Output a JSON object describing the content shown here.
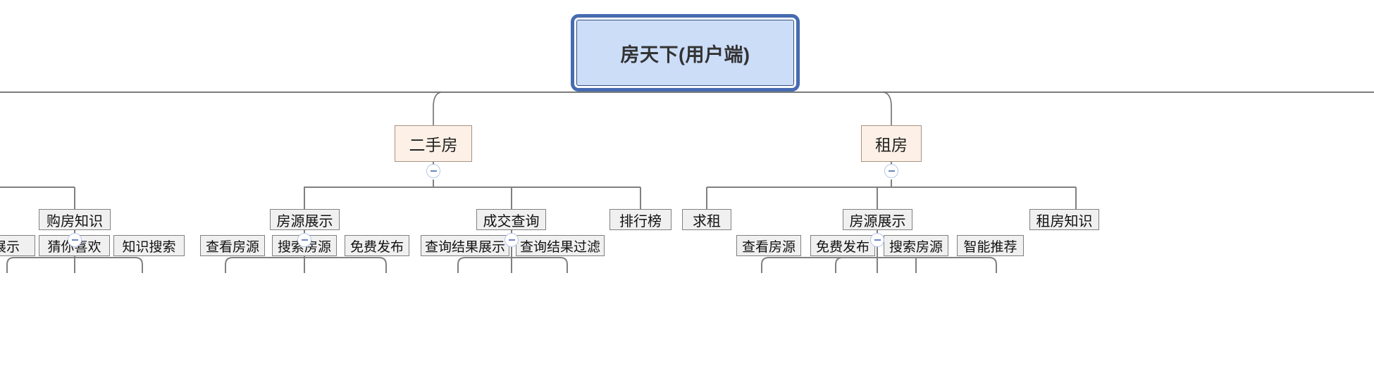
{
  "diagram": {
    "type": "mindmap-tree",
    "title": "房天下(用户端)",
    "colors": {
      "root_fill": "#ccddf8",
      "root_border": "#2f4f80",
      "root_selection": "#466bb0",
      "level2_fill": "#fdf0e6",
      "level2_border": "#a89483",
      "leaf_fill": "#f0f0f0",
      "leaf_border": "#808080",
      "edge": "#808080",
      "collapse_ring": "#b6c7e8",
      "collapse_minus": "#6b86c4",
      "background": "#ffffff"
    },
    "root": {
      "label": "房天下(用户端)",
      "selected": true
    },
    "branches": [
      {
        "label": "二手房",
        "collapse_icon": "minus-circle-icon",
        "children": [
          {
            "label": "购房知识",
            "collapse_icon": "minus-circle-icon",
            "children": [
              {
                "label": "展示",
                "clipped": true
              },
              {
                "label": "猜你喜欢"
              },
              {
                "label": "知识搜索"
              }
            ]
          },
          {
            "label": "房源展示",
            "collapse_icon": "minus-circle-icon",
            "children": [
              {
                "label": "查看房源"
              },
              {
                "label": "搜索房源"
              },
              {
                "label": "免费发布"
              }
            ]
          },
          {
            "label": "成交查询",
            "collapse_icon": "minus-circle-icon",
            "children": [
              {
                "label": "查询结果展示"
              },
              {
                "label": "查询结果过滤"
              }
            ]
          },
          {
            "label": "排行榜",
            "children": []
          }
        ]
      },
      {
        "label": "租房",
        "collapse_icon": "minus-circle-icon",
        "children": [
          {
            "label": "求租",
            "children": []
          },
          {
            "label": "房源展示",
            "collapse_icon": "minus-circle-icon",
            "children": [
              {
                "label": "查看房源"
              },
              {
                "label": "免费发布"
              },
              {
                "label": "搜索房源"
              },
              {
                "label": "智能推荐"
              }
            ]
          },
          {
            "label": "租房知识",
            "children": []
          }
        ]
      }
    ]
  },
  "nodes": {
    "root": {
      "label": "房天下(用户端)"
    },
    "ershoufang": {
      "label": "二手房"
    },
    "zufang": {
      "label": "租房"
    },
    "gofangzhishi": {
      "label": "购房知识"
    },
    "fangyuan_l": {
      "label": "房源展示"
    },
    "chengjiaochaxun": {
      "label": "成交查询"
    },
    "paihangbang": {
      "label": "排行榜"
    },
    "qiuzu": {
      "label": "求租"
    },
    "fangyuan_r": {
      "label": "房源展示"
    },
    "zufangzhishi": {
      "label": "租房知识"
    },
    "zhanshi": {
      "label": "展示"
    },
    "caini": {
      "label": "猜你喜欢"
    },
    "zhishisousuo": {
      "label": "知识搜索"
    },
    "chakan1": {
      "label": "查看房源"
    },
    "sousuo1": {
      "label": "搜索房源"
    },
    "mianfei1": {
      "label": "免费发布"
    },
    "cxjgzs": {
      "label": "查询结果展示"
    },
    "cxjggl": {
      "label": "查询结果过滤"
    },
    "chakan2": {
      "label": "查看房源"
    },
    "mianfei2": {
      "label": "免费发布"
    },
    "sousuo2": {
      "label": "搜索房源"
    },
    "zhineng": {
      "label": "智能推荐"
    }
  }
}
